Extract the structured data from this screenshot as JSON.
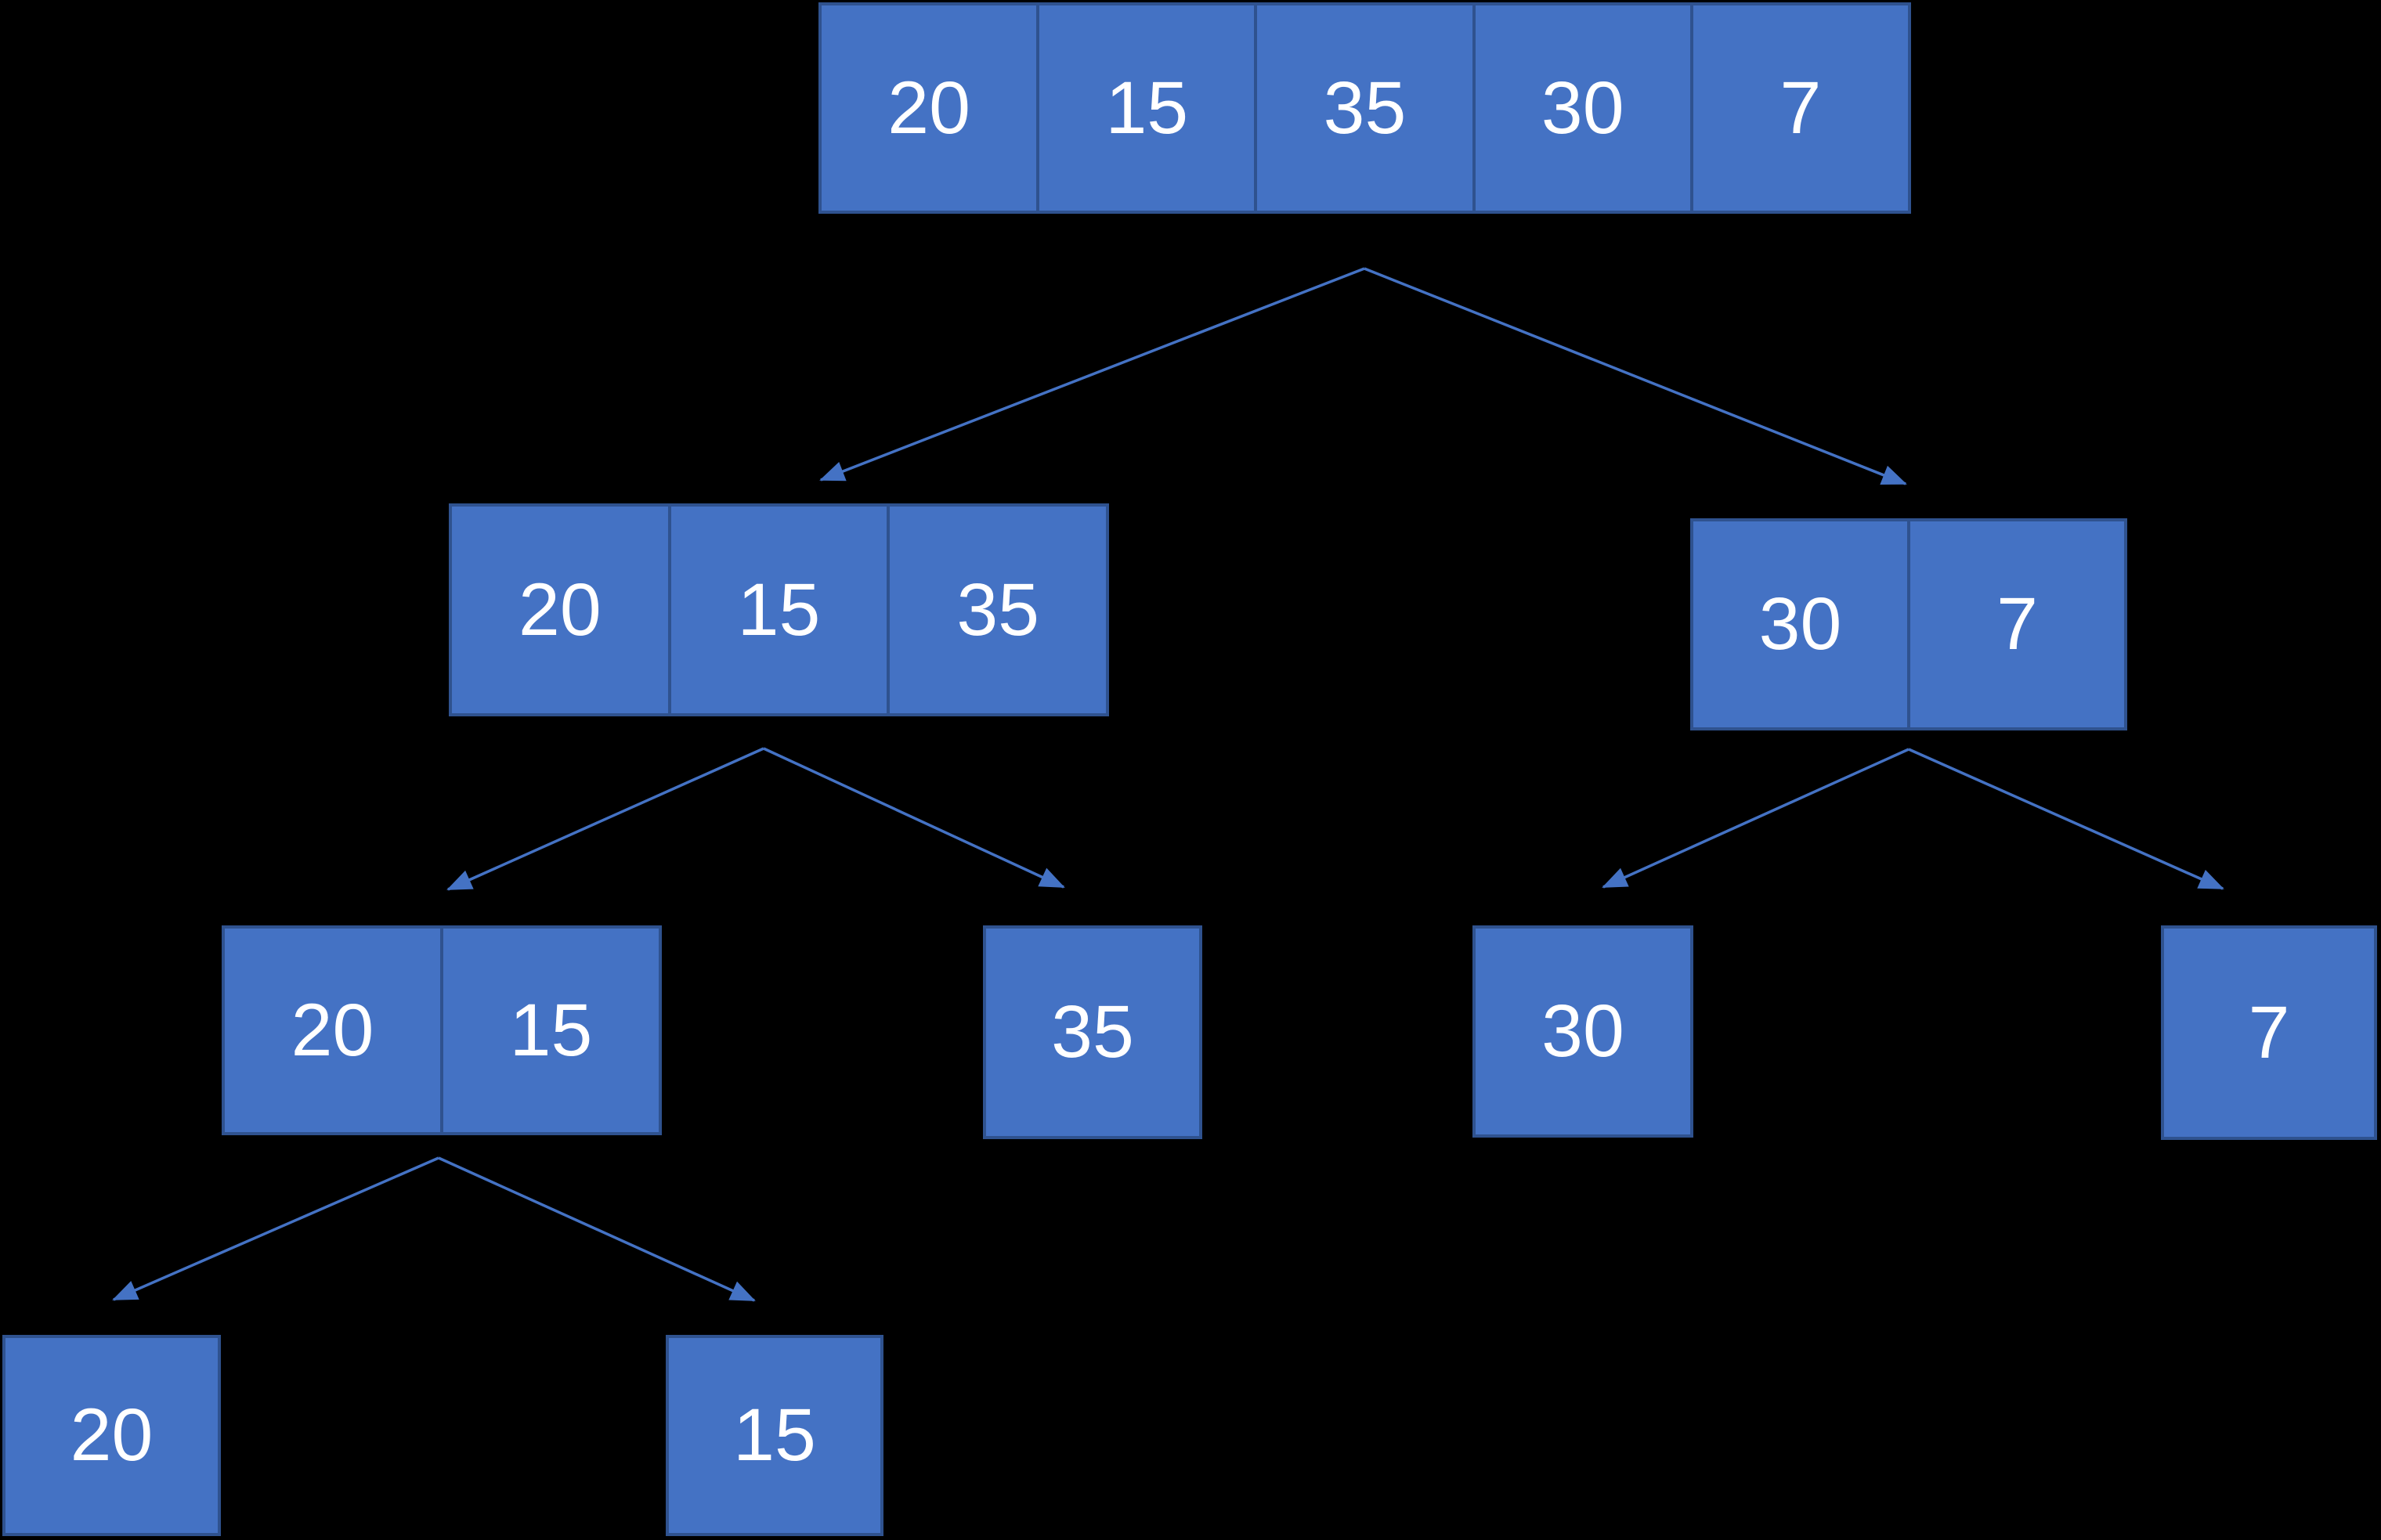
{
  "diagram": {
    "kind": "merge-sort-divide-tree",
    "colors": {
      "background": "#000000",
      "cell_fill": "#4472C4",
      "cell_border": "#2F528F",
      "arrow": "#4472C4",
      "text": "#FFFFFF"
    },
    "nodes": {
      "root": {
        "values": [
          "20",
          "15",
          "35",
          "30",
          "7"
        ]
      },
      "left": {
        "values": [
          "20",
          "15",
          "35"
        ]
      },
      "right": {
        "values": [
          "30",
          "7"
        ]
      },
      "left_left": {
        "values": [
          "20",
          "15"
        ]
      },
      "left_right": {
        "values": [
          "35"
        ]
      },
      "right_left": {
        "values": [
          "30"
        ]
      },
      "right_right": {
        "values": [
          "7"
        ]
      },
      "leaf_20": {
        "values": [
          "20"
        ]
      },
      "leaf_15": {
        "values": [
          "15"
        ]
      }
    },
    "edges": [
      {
        "from": "root",
        "to": "left"
      },
      {
        "from": "root",
        "to": "right"
      },
      {
        "from": "left",
        "to": "left_left"
      },
      {
        "from": "left",
        "to": "left_right"
      },
      {
        "from": "right",
        "to": "right_left"
      },
      {
        "from": "right",
        "to": "right_right"
      },
      {
        "from": "left_left",
        "to": "leaf_20"
      },
      {
        "from": "left_left",
        "to": "leaf_15"
      }
    ]
  }
}
